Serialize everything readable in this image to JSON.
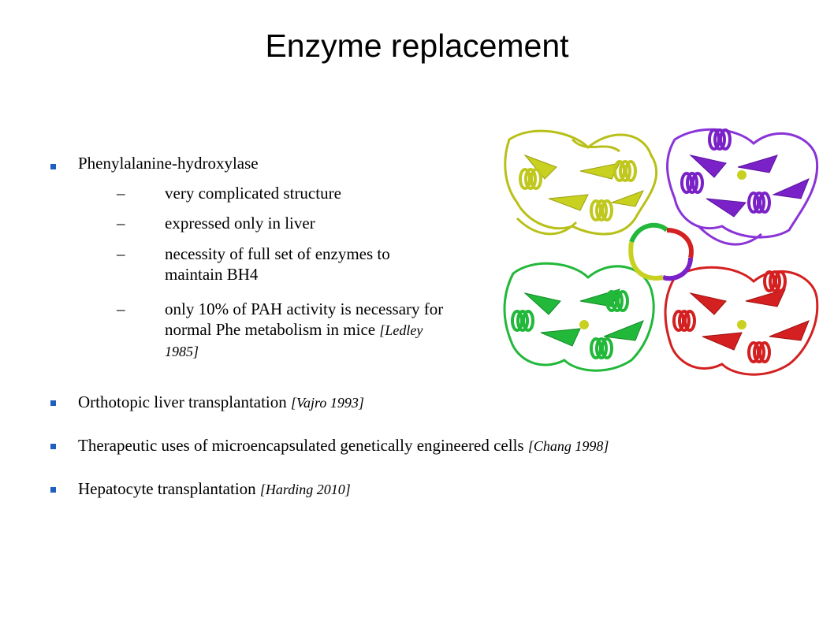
{
  "slide": {
    "title": "Enzyme replacement",
    "bullets": [
      {
        "text": "Phenylalanine-hydroxylase",
        "cite": "",
        "sub": [
          {
            "text": "very complicated structure",
            "cite": ""
          },
          {
            "text": "expressed only in liver",
            "cite": ""
          },
          {
            "text": "necessity of full set of enzymes to maintain BH4",
            "cite": ""
          },
          {
            "text": "only 10% of PAH activity is necessary for normal Phe metabolism in mice",
            "cite": "[Ledley 1985]"
          }
        ]
      },
      {
        "text": "Orthotopic liver transplantation",
        "cite": "[Vajro 1993]"
      },
      {
        "text": "Therapeutic uses of microencapsulated genetically engineered cells",
        "cite": "[Chang 1998]"
      },
      {
        "text": "Hepatocyte transplantation",
        "cite": "[Harding 2010]"
      }
    ],
    "figure": {
      "icon": "protein-structure-illustration",
      "colors": {
        "yellow": "#c8d020",
        "purple": "#7a22c8",
        "green": "#22b83a",
        "red": "#d42020"
      }
    }
  }
}
